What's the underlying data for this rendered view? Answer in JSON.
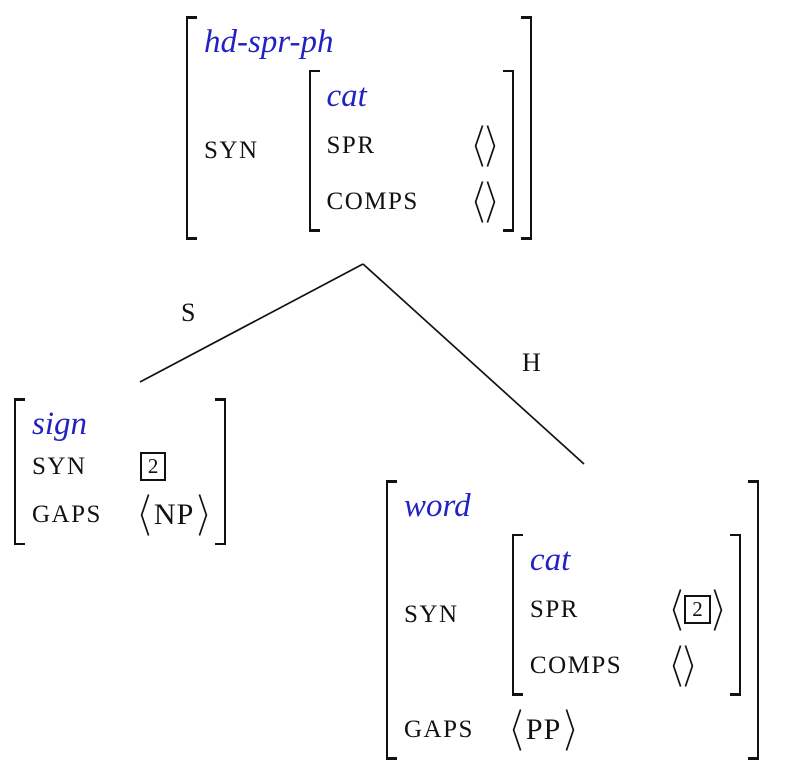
{
  "colors": {
    "type_label": "#2222c2",
    "ink": "#111111",
    "background": "#ffffff"
  },
  "icons": {
    "langle-icon": "⟨",
    "rangle-icon": "⟩",
    "left-bracket-icon": "[",
    "right-bracket-icon": "]"
  },
  "edges": {
    "left_label": "S",
    "right_label": "H"
  },
  "root_avm": {
    "type_label": "hd-spr-ph",
    "syn_attr": "SYN",
    "inner": {
      "type_label": "cat",
      "spr_attr": "SPR",
      "comps_attr": "COMPS"
    }
  },
  "left_avm": {
    "type_label": "sign",
    "syn_attr": "SYN",
    "syn_tag": "2",
    "gaps_attr": "GAPS",
    "gaps_value": "NP"
  },
  "right_avm": {
    "type_label": "word",
    "syn_attr": "SYN",
    "inner": {
      "type_label": "cat",
      "spr_attr": "SPR",
      "spr_tag": "2",
      "comps_attr": "COMPS"
    },
    "gaps_attr": "GAPS",
    "gaps_value": "PP"
  }
}
